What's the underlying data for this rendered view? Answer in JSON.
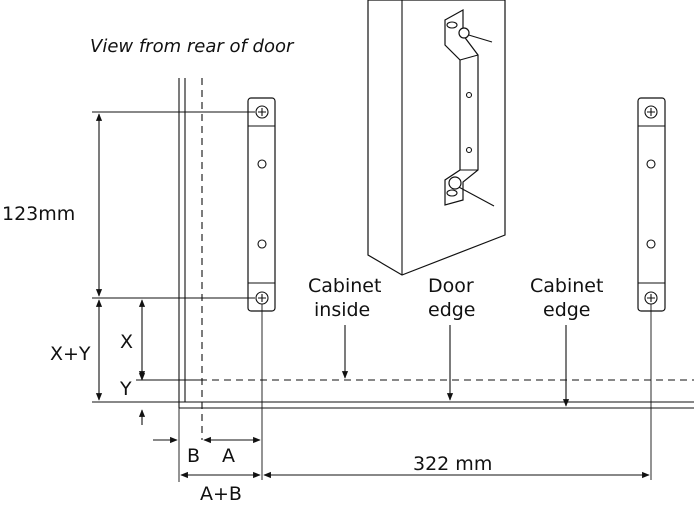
{
  "title": "View from rear of door",
  "labels": {
    "cabinet_inside": [
      "Cabinet",
      "inside"
    ],
    "door_edge": [
      "Door",
      "edge"
    ],
    "cabinet_edge": [
      "Cabinet",
      "edge"
    ]
  },
  "dimensions": {
    "vertical_span": "123mm",
    "x": "X",
    "y": "Y",
    "x_plus_y": "X+Y",
    "a": "A",
    "b": "B",
    "a_plus_b": "A+B",
    "horizontal_span": "322 mm"
  }
}
